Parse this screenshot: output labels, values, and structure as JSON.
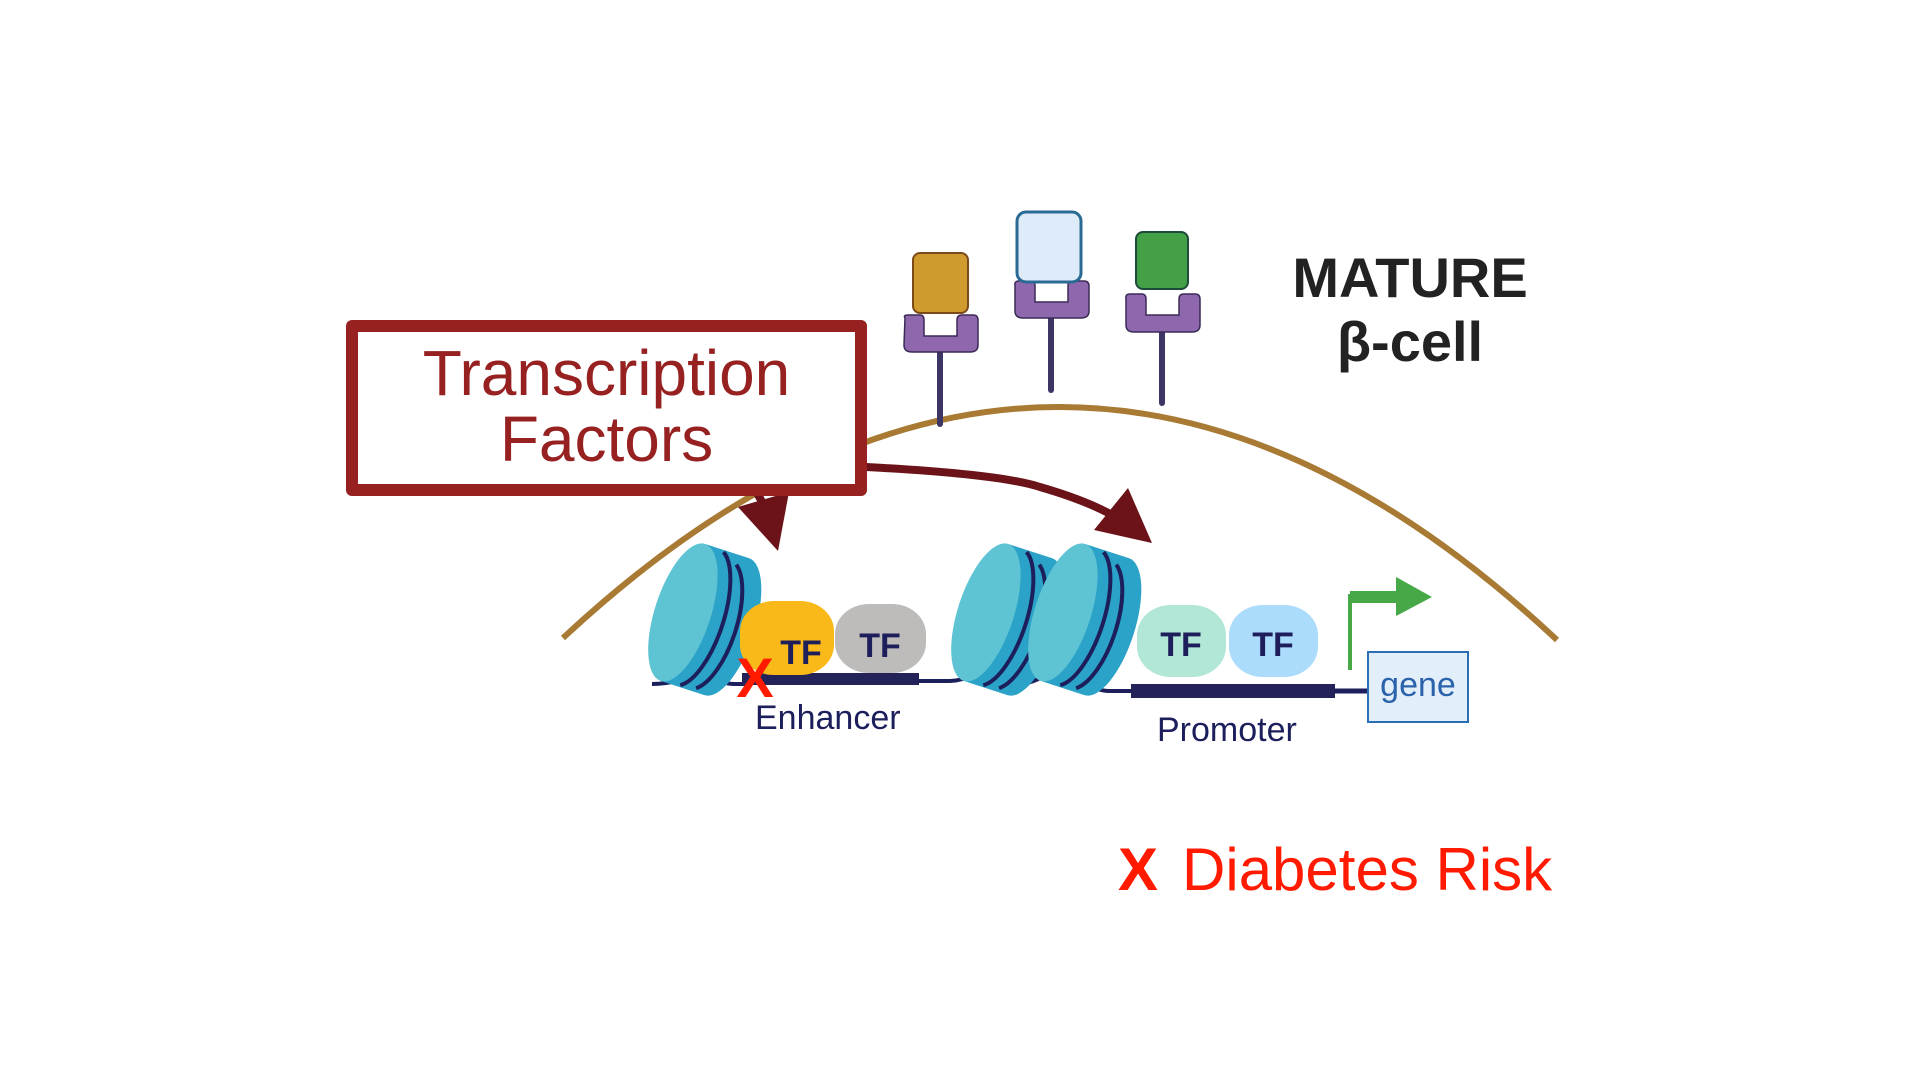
{
  "diagram": {
    "callout_box": {
      "line1": "Transcription",
      "line2": "Factors",
      "color": "#962120"
    },
    "cell_title": {
      "line1": "MATURE",
      "line2": "β-cell"
    },
    "receptors": [
      {
        "name": "receptor-1",
        "ligand_color": "#cf9a2e",
        "ligand_border": "#7a4a1a",
        "receptor_color": "#8f67ad"
      },
      {
        "name": "receptor-2",
        "ligand_color": "#deebf8",
        "ligand_border": "#2a6a94",
        "receptor_color": "#8f67ad"
      },
      {
        "name": "receptor-3",
        "ligand_color": "#43a047",
        "ligand_border": "#1e4a3a",
        "receptor_color": "#8f67ad"
      }
    ],
    "membrane_color": "#a87a33",
    "arrows_color": "#6b1318",
    "enhancer": {
      "label": "Enhancer",
      "transcription_factors": [
        {
          "label": "TF",
          "color": "#f9b918"
        },
        {
          "label": "TF",
          "color": "#bdbcbb"
        }
      ],
      "variant_marker": "X"
    },
    "promoter": {
      "label": "Promoter",
      "transcription_factors": [
        {
          "label": "TF",
          "color": "#b2e6d6"
        },
        {
          "label": "TF",
          "color": "#abdcfb"
        }
      ]
    },
    "gene": {
      "label": "gene",
      "transcription_start_arrow_color": "#46a847"
    },
    "nucleosome_colors": {
      "face": "#5ec4d3",
      "side": "#2ba2c7",
      "dna": "#1d1f5c"
    },
    "legend": {
      "marker": "X",
      "label": "Diabetes Risk",
      "color": "#ff1a00"
    }
  }
}
